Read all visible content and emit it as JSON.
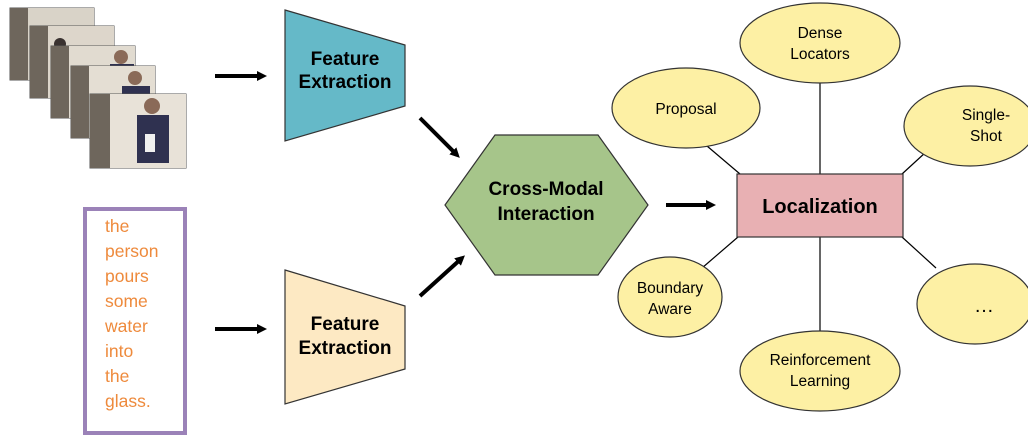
{
  "video_frames": {
    "count": 5,
    "description_icon": "video-frames"
  },
  "query": {
    "lines": [
      "the",
      "person",
      "pours",
      "some",
      "water",
      "into",
      "the",
      "glass."
    ]
  },
  "feature_extraction_video": {
    "line1": "Feature",
    "line2": "Extraction"
  },
  "feature_extraction_text": {
    "line1": "Feature",
    "line2": "Extraction"
  },
  "cross_modal": {
    "line1": "Cross-Modal",
    "line2": "Interaction"
  },
  "localization": {
    "label": "Localization"
  },
  "methods": {
    "proposal": {
      "line1": "Proposal"
    },
    "dense_locators": {
      "line1": "Dense",
      "line2": "Locators"
    },
    "single_shot": {
      "line1": "Single-",
      "line2": "Shot"
    },
    "boundary_aware": {
      "line1": "Boundary",
      "line2": "Aware"
    },
    "reinforcement_learning": {
      "line1": "Reinforcement",
      "line2": "Learning"
    },
    "more": {
      "line1": "…"
    }
  },
  "colors": {
    "video_trapezoid": "#65b9c8",
    "text_trapezoid": "#fde9c3",
    "hexagon": "#a6c58a",
    "localization_box": "#e8b0b3",
    "method_ellipse": "#fdf0a4",
    "query_border": "#9b82b8",
    "query_text": "#ee8a3c"
  }
}
